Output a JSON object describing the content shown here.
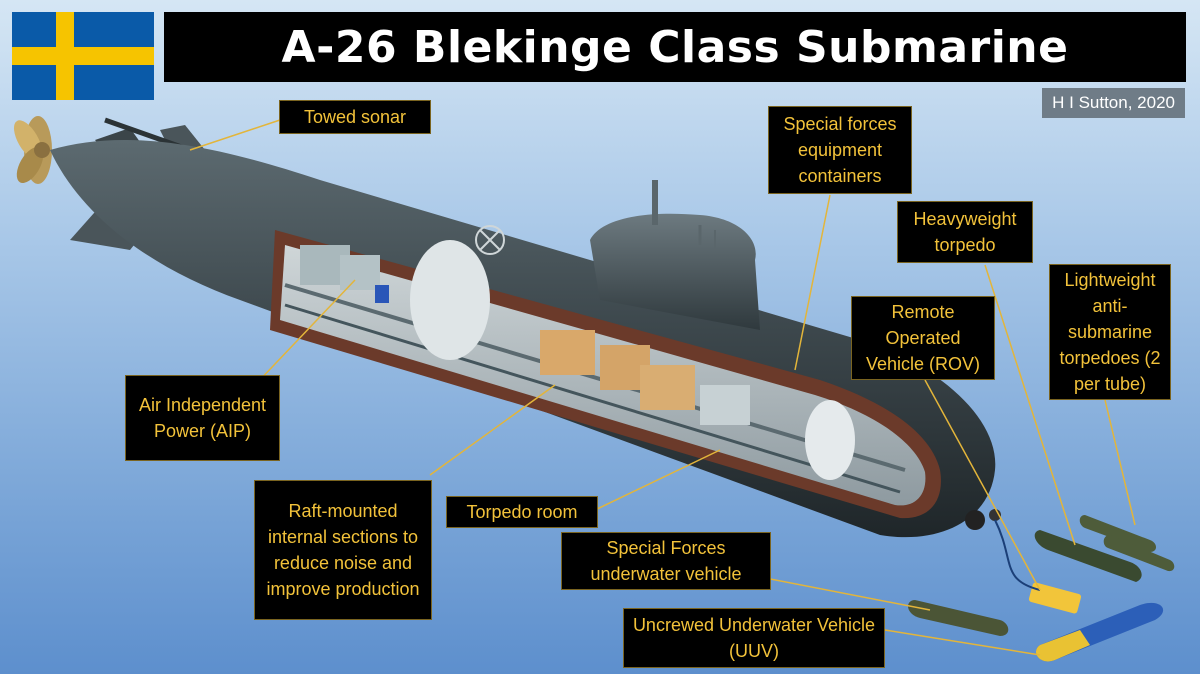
{
  "title": "A-26 Blekinge Class Submarine",
  "credit": "H I Sutton, 2020",
  "flag": {
    "country": "Sweden",
    "blue": "#0a5aa8",
    "yellow": "#f6c400"
  },
  "label_color": "#f2c23a",
  "labels": {
    "towed_sonar": "Towed sonar",
    "aip": "Air Independent Power (AIP)",
    "raft": "Raft-mounted internal sections to reduce noise and improve production",
    "torpedo_room": "Torpedo room",
    "sf_vehicle": "Special Forces underwater vehicle",
    "uuv": "Uncrewed Underwater Vehicle (UUV)",
    "sf_containers": "Special forces equipment containers",
    "heavy_torpedo": "Heavyweight torpedo",
    "rov": "Remote Operated Vehicle (ROV)",
    "light_torpedo": "Lightweight anti-submarine torpedoes (2 per tube)"
  }
}
